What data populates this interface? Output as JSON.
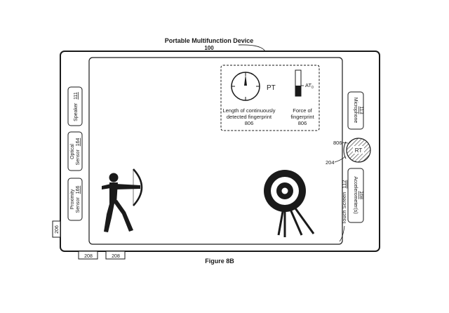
{
  "device": {
    "title": "Portable Multifunction Device",
    "ref": "100"
  },
  "sensors": {
    "speaker": {
      "label": "Speaker",
      "ref": "111"
    },
    "optical": {
      "line1": "Optical",
      "line2": "Sensor",
      "ref": "164"
    },
    "proximity": {
      "line1": "Proximity",
      "line2": "Sensor",
      "ref": "166"
    },
    "microphone": {
      "label": "Microphone",
      "ref": "113"
    },
    "accelerometer": {
      "label": "Accelerometer(s)",
      "ref": "168"
    }
  },
  "touch_screen": {
    "label": "Touch Screen",
    "ref": "112"
  },
  "indicators": {
    "timer_label": "PT",
    "timer_caption_1": "Length of continuously",
    "timer_caption_2": "detected fingerprint",
    "timer_ref": "806",
    "force_label": "AT",
    "force_subscript": "0",
    "force_caption_1": "Force of",
    "force_caption_2": "fingerprint",
    "force_ref": "806"
  },
  "contact": {
    "label": "RT",
    "ref_contact": "806",
    "ref_button": "204"
  },
  "refs": {
    "side_button": "206",
    "bottom_button_1": "208",
    "bottom_button_2": "208"
  },
  "caption": "Figure 8B"
}
